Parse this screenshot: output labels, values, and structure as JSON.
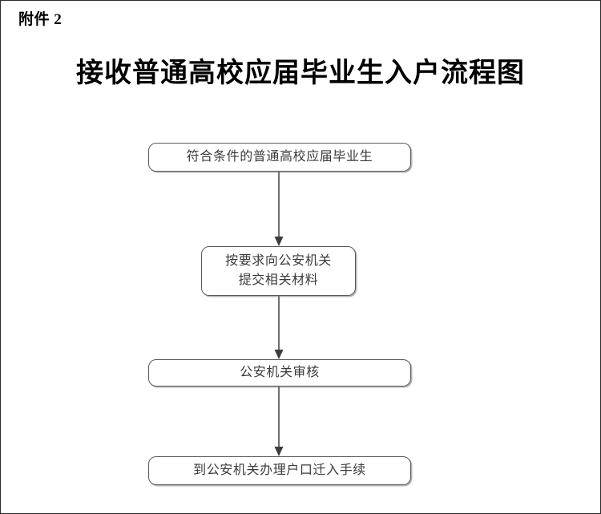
{
  "page": {
    "attachment_label": "附件 2",
    "title": "接收普通高校应届毕业生入户流程图",
    "border_color": "#2b2b2b",
    "background_color": "#ffffff"
  },
  "chart_data": {
    "type": "flowchart",
    "title": "接收普通高校应届毕业生入户流程图",
    "orientation": "top-to-bottom",
    "node_shape": "rounded-rectangle",
    "node_border_color": "#5a5a5a",
    "node_text_color": "#3a3a3a",
    "arrow_color": "#4a4a4a",
    "nodes": [
      {
        "id": "node-1",
        "label": "符合条件的普通高校应届毕业生",
        "step": 1
      },
      {
        "id": "node-2",
        "label": "按要求向公安机关\n提交相关材料",
        "step": 2
      },
      {
        "id": "node-3",
        "label": "公安机关审核",
        "step": 3
      },
      {
        "id": "node-4",
        "label": "到公安机关办理户口迁入手续",
        "step": 4
      }
    ],
    "edges": [
      {
        "from": "node-1",
        "to": "node-2",
        "style": "solid-arrow"
      },
      {
        "from": "node-2",
        "to": "node-3",
        "style": "solid-arrow"
      },
      {
        "from": "node-3",
        "to": "node-4",
        "style": "solid-arrow"
      }
    ]
  }
}
